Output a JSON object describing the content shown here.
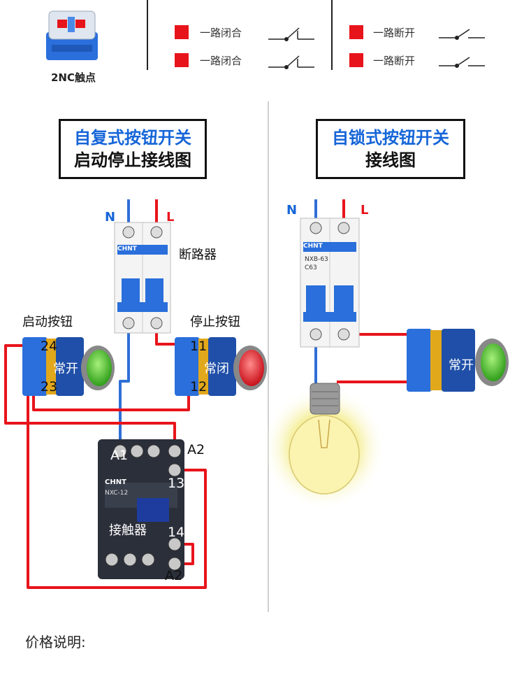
{
  "header": {
    "product_label": "2NC触点",
    "legend": [
      {
        "text": "一路闭合"
      },
      {
        "text": "一路闭合"
      },
      {
        "text": "一路断开"
      },
      {
        "text": "一路断开"
      }
    ]
  },
  "left_panel": {
    "title_line1": "自复式按钮开关",
    "title_line2": "启动停止接线图",
    "n_label": "N",
    "l_label": "L",
    "breaker_label": "断路器",
    "start_button_label": "启动按钮",
    "stop_button_label": "停止按钮",
    "contactor_label": "接触器",
    "start_no_label": "常开",
    "stop_nc_label": "常闭",
    "terminals": {
      "t24": "24",
      "t23": "23",
      "t11": "11",
      "t12": "12",
      "a1": "A1",
      "a2_top": "A2",
      "t13": "13",
      "t14": "14",
      "a2_bottom": "A2"
    },
    "breaker_brand": "CHNT",
    "contactor_brand": "CHNT",
    "contactor_model": "NXC-12"
  },
  "right_panel": {
    "title_line1": "自锁式按钮开关",
    "title_line2": "接线图",
    "n_label": "N",
    "l_label": "L",
    "button_label": "常开",
    "breaker_brand": "CHNT",
    "breaker_model": "NXB-63",
    "breaker_rating": "C63"
  },
  "footer": {
    "price_note": "价格说明:"
  },
  "colors": {
    "red_wire": "#e8141b",
    "blue_wire": "#2f6fd6",
    "title_blue": "#1565d8",
    "breaker_blue": "#2a6fdb",
    "lamp_glow": "#f6f0a0"
  }
}
